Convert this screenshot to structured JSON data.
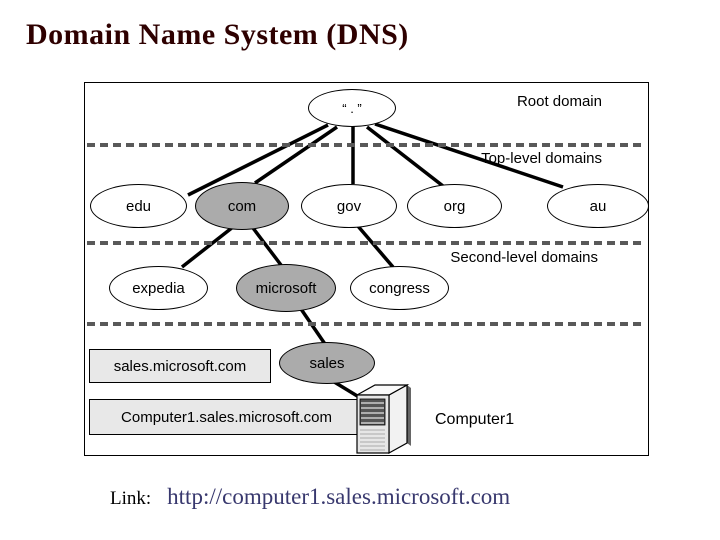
{
  "slide": {
    "title": "Domain Name System (DNS)"
  },
  "diagram": {
    "annotations": {
      "root": "Root domain",
      "top_level": "Top-level domains",
      "second_level": "Second-level domains"
    },
    "nodes": {
      "root": {
        "label": "“ . ”",
        "highlighted": false
      },
      "edu": {
        "label": "edu",
        "highlighted": false
      },
      "com": {
        "label": "com",
        "highlighted": true
      },
      "gov": {
        "label": "gov",
        "highlighted": false
      },
      "org": {
        "label": "org",
        "highlighted": false
      },
      "au": {
        "label": "au",
        "highlighted": false
      },
      "expedia": {
        "label": "expedia",
        "highlighted": false
      },
      "microsoft": {
        "label": "microsoft",
        "highlighted": true
      },
      "congress": {
        "label": "congress",
        "highlighted": false
      },
      "sales": {
        "label": "sales",
        "highlighted": true
      }
    },
    "callouts": {
      "sales_fqdn": "sales.microsoft.com",
      "computer_fqdn": "Computer1.sales.microsoft.com",
      "computer_name": "Computer1"
    }
  },
  "footer": {
    "link_label": "Link:",
    "link_url": "http://computer1.sales.microsoft.com"
  },
  "colors": {
    "title_text": "#2e0000",
    "highlight_fill": "#ababab",
    "callout_fill": "#e8e8e8",
    "separator": "#595959",
    "link_url_text": "#38386e"
  }
}
